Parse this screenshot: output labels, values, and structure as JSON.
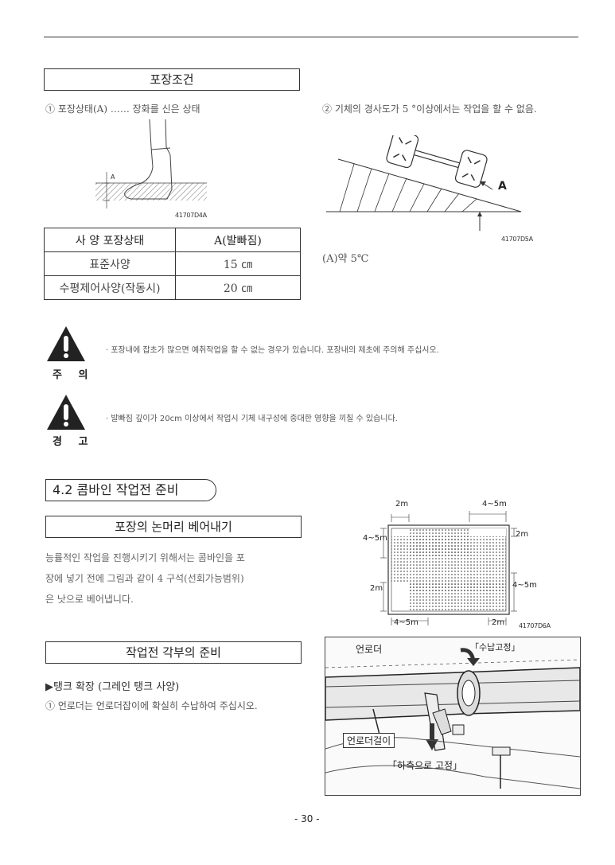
{
  "section_pojang": {
    "title": "포장조건",
    "item1": "① 포장상태(A) …… 장화를 신은 상태",
    "item2": "② 기체의 경사도가 5 °이상에서는 작업을 할 수 없음.",
    "fig1_label": "41707D4A",
    "fig1_marker": "A",
    "fig2_label": "41707D5A",
    "fig2_marker": "A",
    "approx": "(A)약 5℃",
    "table": {
      "headers": [
        "사 양 포장상태",
        "A(발빠짐)"
      ],
      "rows": [
        [
          "표준사양",
          "15 ㎝"
        ],
        [
          "수평제어사양(작동시)",
          "20 ㎝"
        ]
      ]
    }
  },
  "caution": {
    "label": "주 의",
    "text": "· 포장내에 잡초가 많으면 예취작업을 할 수 없는 경우가 있습니다. 포장내의 제초에 주의해 주십시오."
  },
  "warning": {
    "label": "경 고",
    "text": "· 발빠짐 깊이가 20cm 이상에서 작업시 기체 내구성에 중대한 영향을 끼칠 수 있습니다."
  },
  "section42": {
    "title": "4.2 콤바인 작업전 준비"
  },
  "harvest": {
    "title": "포장의 논머리 베어내기",
    "line1": "능률적인 작업을 진행시키기 위해서는 콤바인을 포",
    "line2": "장에 넣기 전에 그림과 같이 4 구석(선회가능범위)",
    "line3": "은 낫으로 베어냅니다.",
    "dims": {
      "top_left": "2m",
      "top_right": "4~5m",
      "left_top": "4~5m",
      "right_top": "2m",
      "left_bottom": "2m",
      "right_bottom": "4~5m",
      "bottom_left": "4~5m",
      "bottom_right": "2m"
    },
    "fig_label": "41707D6A"
  },
  "prep": {
    "title": "작업전 각부의 준비",
    "subtitle": "▶탱크 확장 (그레인 탱크 사양)",
    "item1": "① 언로더는 언로더잡이에 확실히 수납하여 주십시오.",
    "photo": {
      "unloader": "언로더",
      "storage": "「수납고정」",
      "hook": "언로더걸이",
      "lower": "「하측으로 고정」"
    }
  },
  "page_number": "- 30 -"
}
